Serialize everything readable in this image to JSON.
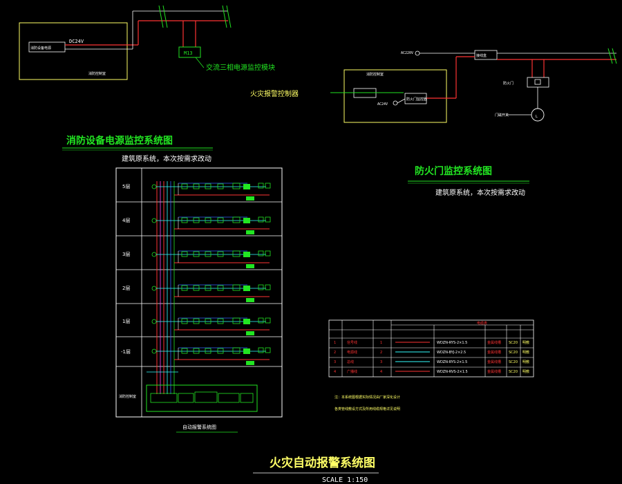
{
  "colors": {
    "green": "#22e522",
    "white": "#ffffff",
    "red": "#ff3333",
    "yellow": "#ffff66",
    "cyan": "#33ffff",
    "magenta": "#ff44ff",
    "blue": "#3366ff",
    "background": "#000000"
  },
  "power_monitor": {
    "dc_label": "DC24V",
    "panel_label": "消防设备电源",
    "box_note": "消防控制室",
    "module": "M13",
    "module_label": "交流三相电源监控模块",
    "controller_label": "火灾报警控制器"
  },
  "door_monitor": {
    "ac_label": "AC220V",
    "dc_label": "AC24V",
    "panel_label": "消防控制室",
    "module_box": "防火门监控器",
    "junction_box": "接线盒",
    "door_sensor": "防火门",
    "door_switch": "门磁开关"
  },
  "section_titles": {
    "power_system": "消防设备电源监控系统图",
    "power_note": "建筑原系统，本次按需求改动",
    "door_system": "防火门监控系统图",
    "door_note": "建筑原系统，本次按需求改动",
    "alarm_diagram": "自动报警系统图"
  },
  "floors": [
    "5层",
    "4层",
    "3层",
    "2层",
    "1层",
    "-1层"
  ],
  "control_room": "消防控制室",
  "legend": {
    "header": "电缆表",
    "rows": [
      {
        "no": "1",
        "name": "信号线",
        "count": "1",
        "spec": "WDZN-RYS-2×1.5",
        "route": "金属线槽",
        "size": "SC20",
        "note": "明敷"
      },
      {
        "no": "2",
        "name": "电源线",
        "count": "2",
        "spec": "WDZN-BYJ-2×2.5",
        "route": "金属线槽",
        "size": "SC20",
        "note": "明敷"
      },
      {
        "no": "3",
        "name": "总线",
        "count": "3",
        "spec": "WDZN-RYS-2×1.5",
        "route": "金属线槽",
        "size": "SC20",
        "note": "明敷"
      },
      {
        "no": "4",
        "name": "广播线",
        "count": "4",
        "spec": "WDZN-RVS-2×1.5",
        "route": "金属线槽",
        "size": "SC20",
        "note": "明敷"
      }
    ]
  },
  "notes": {
    "line1": "注：本系统图根据实际情况由厂家深化设计",
    "line2": "各类管线敷设方式及所用线缆规格详见说明"
  },
  "main_title": "火灾自动报警系统图",
  "scale": "SCALE 1:150"
}
